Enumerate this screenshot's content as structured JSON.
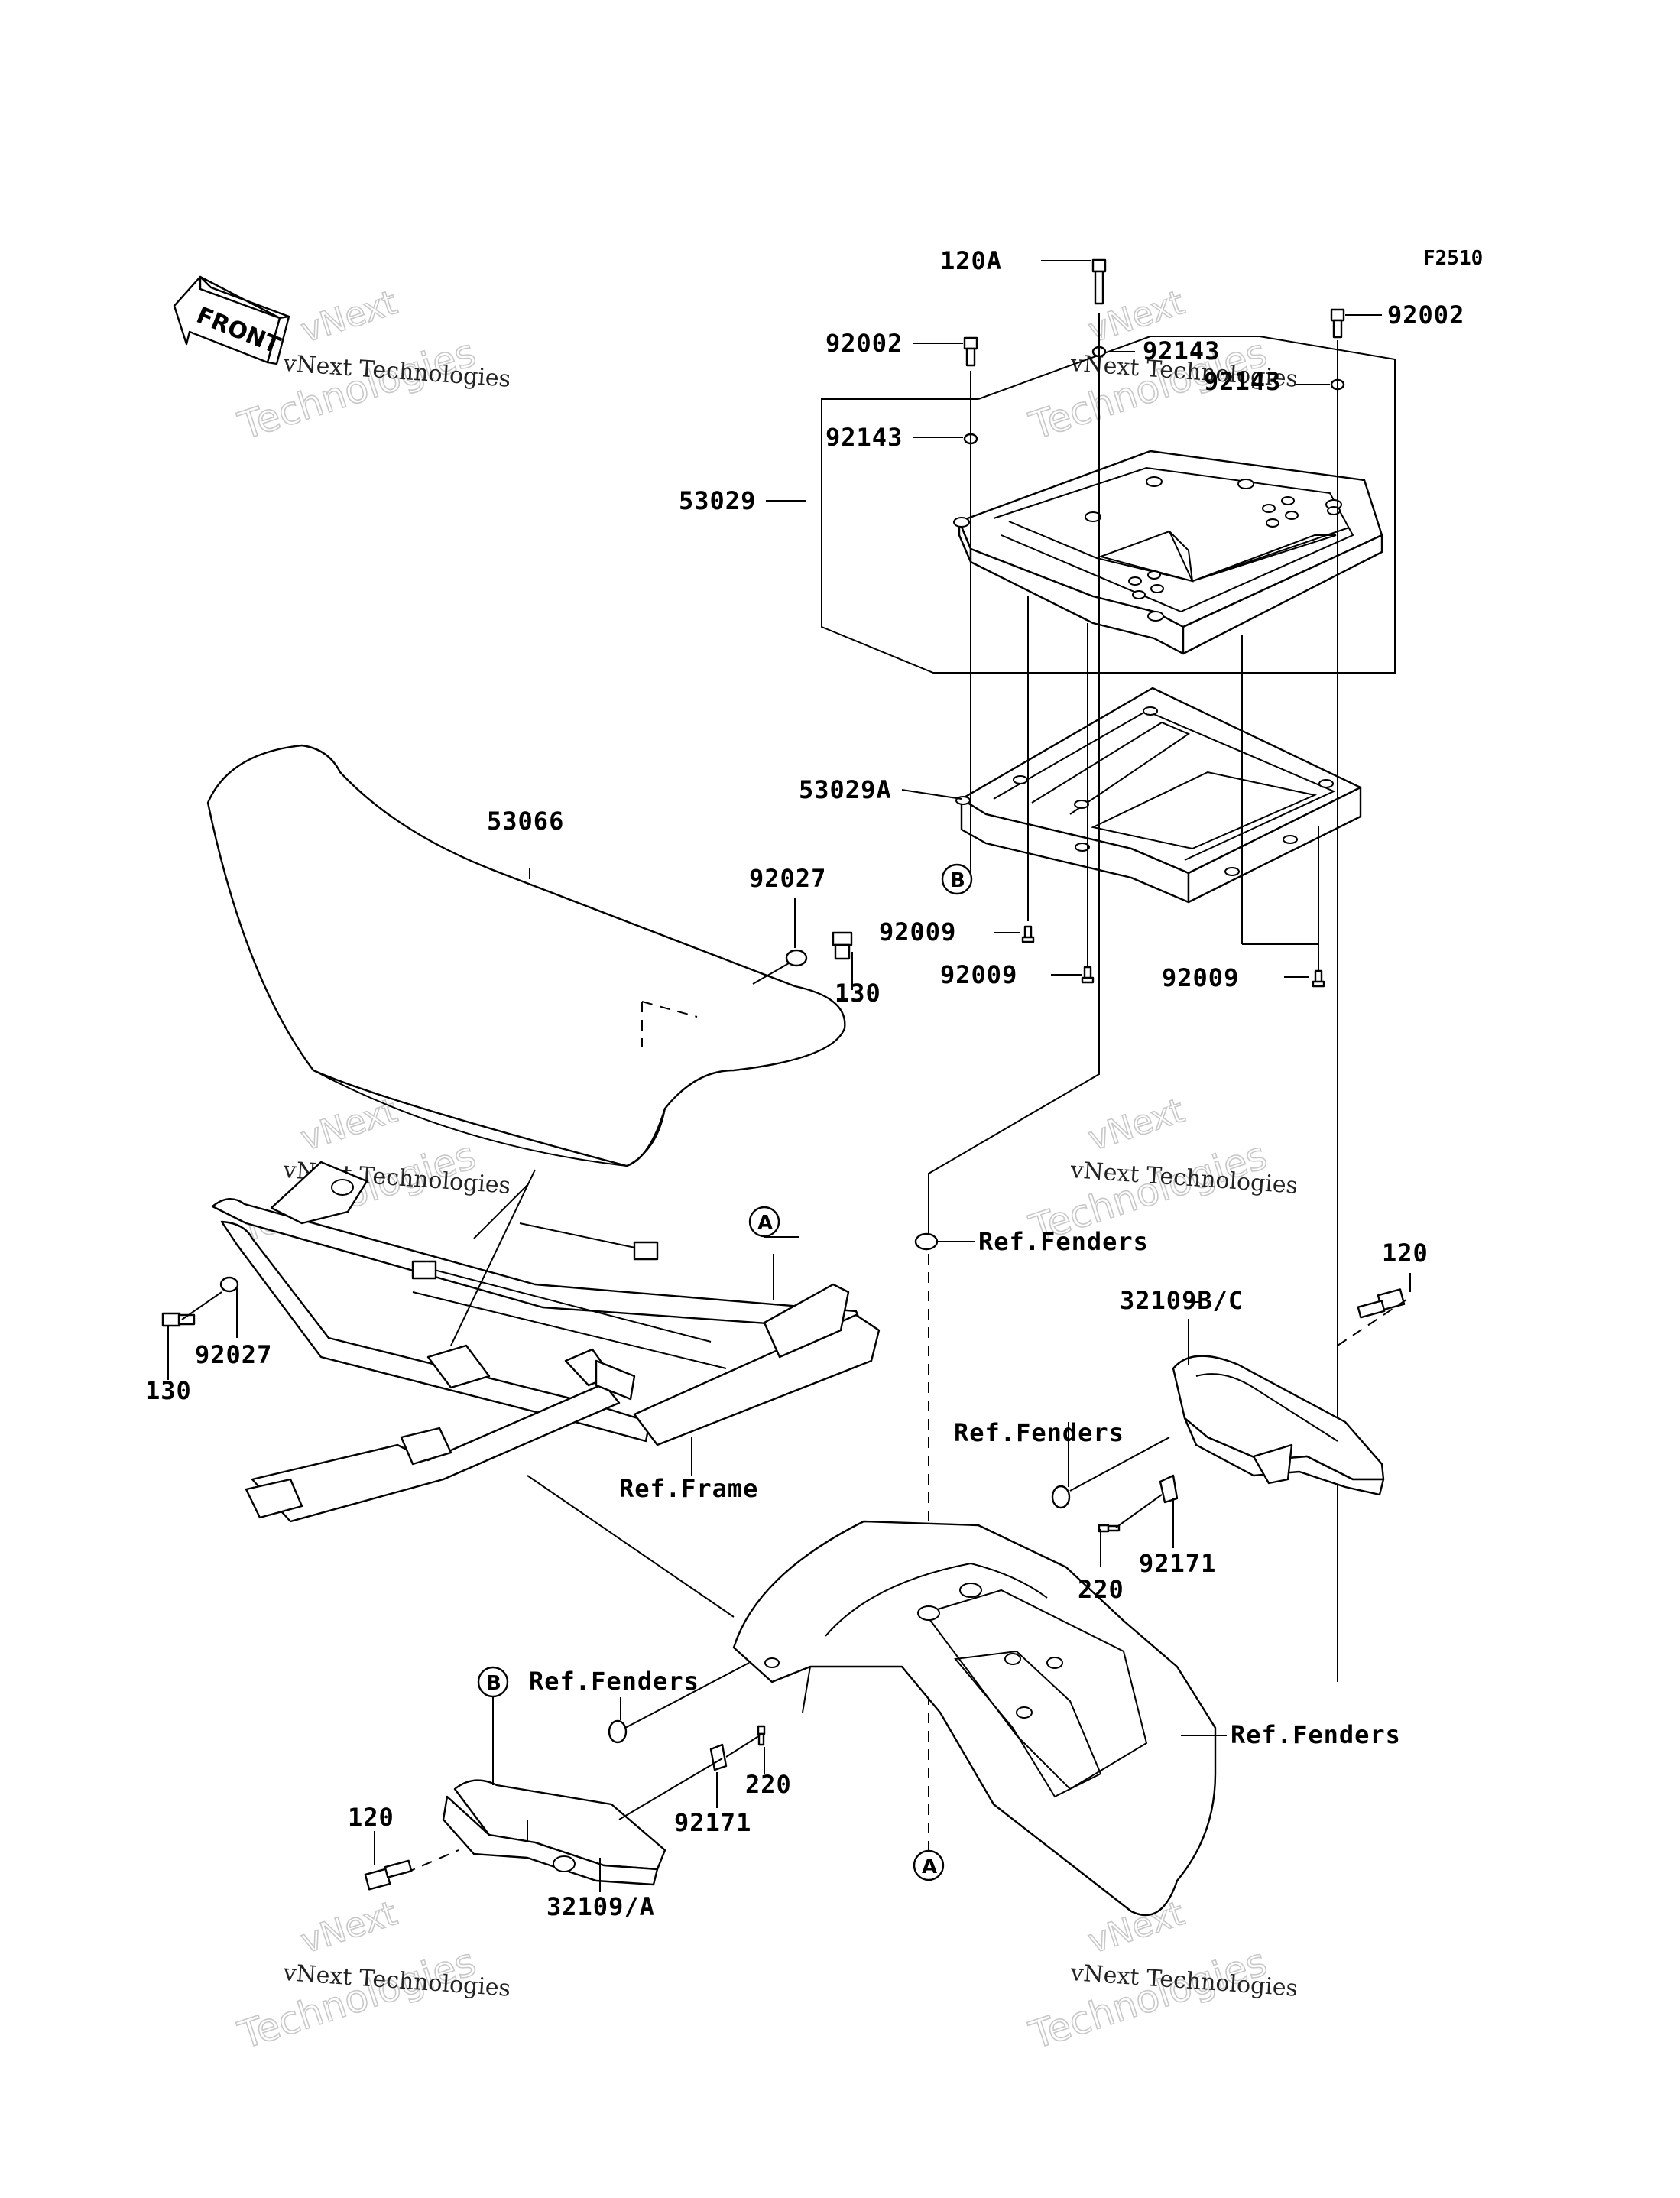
{
  "figure_code": "F2510",
  "direction_label": "FRONT",
  "part_labels": {
    "p120a": "120A",
    "p92002_left": "92002",
    "p92002_right": "92002",
    "p92143_top": "92143",
    "p92143_left": "92143",
    "p92143_right": "92143",
    "p53029": "53029",
    "p53029a": "53029A",
    "p53066": "53066",
    "p92027_top": "92027",
    "p130_top": "130",
    "p92009_a": "92009",
    "p92009_b": "92009",
    "p92009_c": "92009",
    "p130_left": "130",
    "p92027_left": "92027",
    "ref_frame": "Ref.Frame",
    "ref_fenders_1": "Ref.Fenders",
    "p120_right": "120",
    "p32109bc": "32109B/C",
    "ref_fenders_2": "Ref.Fenders",
    "p92171_right": "92171",
    "p220_right": "220",
    "ref_fenders_3": "Ref.Fenders",
    "ref_fenders_4": "Ref.Fenders",
    "p220_left": "220",
    "p92171_left": "92171",
    "p120_left": "120",
    "p32109a": "32109/A"
  },
  "reference_markers": {
    "b_top": "B",
    "a_top": "A",
    "b_bottom": "B",
    "a_bottom": "A"
  },
  "watermarks": {
    "brand": "vNext Technologies",
    "word1": "vNext",
    "word2": "Technologies"
  }
}
